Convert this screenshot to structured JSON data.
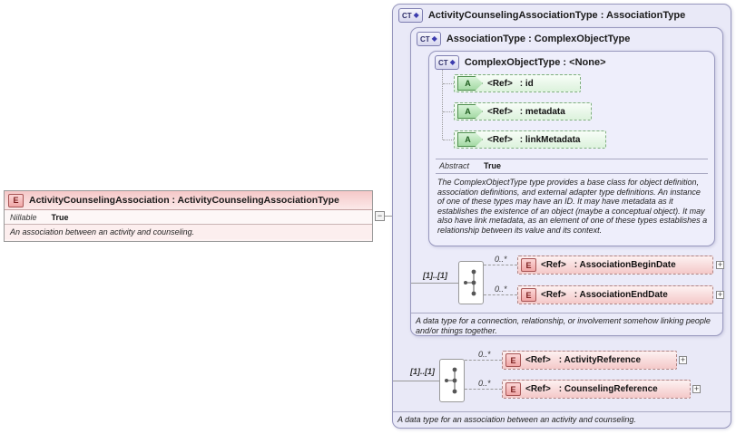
{
  "icons": {
    "collapse": "−",
    "plus": "+",
    "diamond": "◆"
  },
  "left_element": {
    "badge": "E",
    "title": "ActivityCounselingAssociation : ActivityCounselingAssociationType",
    "properties": [
      {
        "name": "Nillable",
        "value": "True"
      }
    ],
    "annotation": "An association between an activity and counseling."
  },
  "outer_type": {
    "badge": "CT",
    "title": "ActivityCounselingAssociationType : AssociationType",
    "annotation": "A data type for an association between an activity and counseling.",
    "group": {
      "occurrence": "[1]..[1]",
      "children": [
        {
          "cardinality": "0..*",
          "badge": "E",
          "ref": "<Ref>",
          "name": ": ActivityReference"
        },
        {
          "cardinality": "0..*",
          "badge": "E",
          "ref": "<Ref>",
          "name": ": CounselingReference"
        }
      ]
    },
    "base": {
      "badge": "CT",
      "title": "AssociationType : ComplexObjectType",
      "annotation": "A data type for a connection, relationship, or involvement somehow linking people and/or things together.",
      "group": {
        "occurrence": "[1]..[1]",
        "children": [
          {
            "cardinality": "0..*",
            "badge": "E",
            "ref": "<Ref>",
            "name": ": AssociationBeginDate"
          },
          {
            "cardinality": "0..*",
            "badge": "E",
            "ref": "<Ref>",
            "name": ": AssociationEndDate"
          }
        ]
      },
      "base": {
        "badge": "CT",
        "title": "ComplexObjectType : <None>",
        "attributes": [
          {
            "badge": "A",
            "ref": "<Ref>",
            "name": ": id"
          },
          {
            "badge": "A",
            "ref": "<Ref>",
            "name": ": metadata"
          },
          {
            "badge": "A",
            "ref": "<Ref>",
            "name": ": linkMetadata"
          }
        ],
        "properties": [
          {
            "name": "Abstract",
            "value": "True"
          }
        ],
        "documentation": "The ComplexObjectType type provides a base class for object definition, association definitions, and external adapter type definitions. An instance of one of these types may have an ID. It may have metadata as it establishes the existence of an object (maybe a conceptual object). It may also have link metadata, as an element of one of these types establishes a relationship between its value and its context."
      }
    }
  }
}
